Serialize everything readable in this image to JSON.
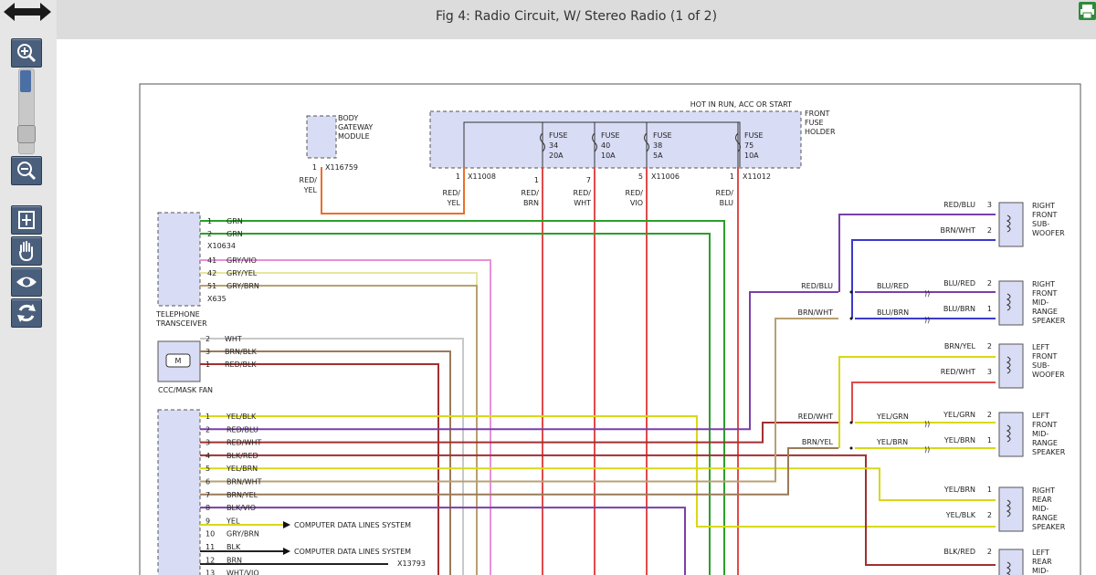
{
  "title": "Fig 4: Radio Circuit, W/ Stereo Radio (1 of 2)",
  "icons": {
    "nav": "left-right-arrow-icon",
    "zoom_in": "zoom-in-icon",
    "zoom_out": "zoom-out-icon",
    "fit": "fit-page-icon",
    "pan": "hand-pan-icon",
    "view": "eye-icon",
    "refresh": "refresh-icon",
    "print": "print-icon"
  },
  "colors": {
    "fuse_box_fill": "#d9dcf5",
    "wire_red": "#e04a4a",
    "wire_green": "#2aa02a",
    "wire_violet": "#7a3fa8",
    "wire_yellow": "#d8d818",
    "wire_orange": "#e8702a"
  },
  "fuse_holder": {
    "header": "HOT IN RUN, ACC OR START",
    "label": [
      "FRONT",
      "FUSE",
      "HOLDER"
    ],
    "fuses": [
      {
        "name": "FUSE",
        "num": "34",
        "amp": "20A"
      },
      {
        "name": "FUSE",
        "num": "40",
        "amp": "10A"
      },
      {
        "name": "FUSE",
        "num": "38",
        "amp": "5A"
      },
      {
        "name": "FUSE",
        "num": "75",
        "amp": "10A"
      }
    ],
    "connectors": [
      "X11008",
      "X11006",
      "X11012"
    ]
  },
  "pins": {
    "p1": "1",
    "p7": "7",
    "p5": "5"
  },
  "body_gateway": {
    "label": [
      "BODY",
      "GATEWAY",
      "MODULE"
    ],
    "pin": "1",
    "connector": "X116759",
    "wire": [
      "RED/",
      "YEL"
    ]
  },
  "fuse_wires": [
    [
      "RED/",
      "YEL"
    ],
    [
      "RED/",
      "BRN"
    ],
    [
      "RED/",
      "WHT"
    ],
    [
      "RED/",
      "VIO"
    ],
    [
      "RED/",
      "BLU"
    ]
  ],
  "telephone": {
    "label": [
      "TELEPHONE",
      "TRANSCEIVER"
    ],
    "wires": [
      {
        "pin": "1",
        "color": "GRN"
      },
      {
        "pin": "2",
        "color": "GRN"
      },
      {
        "pin": "41",
        "color": "GRY/VIO"
      },
      {
        "pin": "42",
        "color": "GRY/YEL"
      },
      {
        "pin": "51",
        "color": "GRY/BRN"
      }
    ],
    "connector1": "X10634",
    "connector2": "X635"
  },
  "fan": {
    "label": "CCC/MASK FAN",
    "motor": "M",
    "wires": [
      {
        "pin": "2",
        "color": "WHT"
      },
      {
        "pin": "3",
        "color": "BRN/BLK"
      },
      {
        "pin": "1",
        "color": "RED/BLK"
      }
    ]
  },
  "radio_wires": [
    {
      "pin": "1",
      "color": "YEL/BLK"
    },
    {
      "pin": "2",
      "color": "RED/BLU"
    },
    {
      "pin": "3",
      "color": "RED/WHT"
    },
    {
      "pin": "4",
      "color": "BLK/RED"
    },
    {
      "pin": "5",
      "color": "YEL/BRN"
    },
    {
      "pin": "6",
      "color": "BRN/WHT"
    },
    {
      "pin": "7",
      "color": "BRN/YEL"
    },
    {
      "pin": "8",
      "color": "BLK/VIO"
    },
    {
      "pin": "9",
      "color": "YEL"
    },
    {
      "pin": "10",
      "color": "GRY/BRN"
    },
    {
      "pin": "11",
      "color": "BLK"
    },
    {
      "pin": "12",
      "color": "BRN"
    },
    {
      "pin": "13",
      "color": "WHT/VIO"
    }
  ],
  "data_lines": "COMPUTER DATA LINES SYSTEM",
  "splice": "X13793",
  "speakers": [
    {
      "name": [
        "RIGHT",
        "FRONT",
        "SUB-",
        "WOOFER"
      ],
      "wires": [
        {
          "color": "RED/BLU",
          "pin": "3"
        },
        {
          "color": "BRN/WHT",
          "pin": "2"
        }
      ]
    },
    {
      "name": [
        "RIGHT",
        "FRONT",
        "MID-",
        "RANGE",
        "SPEAKER"
      ],
      "wires": [
        {
          "color": "BLU/RED",
          "pin": "2"
        },
        {
          "color": "BLU/BRN",
          "pin": "1"
        }
      ]
    },
    {
      "name": [
        "LEFT",
        "FRONT",
        "SUB-",
        "WOOFER"
      ],
      "wires": [
        {
          "color": "BRN/YEL",
          "pin": "2"
        },
        {
          "color": "RED/WHT",
          "pin": "3"
        }
      ]
    },
    {
      "name": [
        "LEFT",
        "FRONT",
        "MID-",
        "RANGE",
        "SPEAKER"
      ],
      "wires": [
        {
          "color": "YEL/GRN",
          "pin": "2"
        },
        {
          "color": "YEL/BRN",
          "pin": "1"
        }
      ]
    },
    {
      "name": [
        "RIGHT",
        "REAR",
        "MID-",
        "RANGE",
        "SPEAKER"
      ],
      "wires": [
        {
          "color": "YEL/BRN",
          "pin": "1"
        },
        {
          "color": "YEL/BLK",
          "pin": "2"
        }
      ]
    },
    {
      "name": [
        "LEFT",
        "REAR",
        "MID-"
      ],
      "wires": [
        {
          "color": "BLK/RED",
          "pin": "2"
        }
      ]
    }
  ],
  "splice_labels": [
    {
      "left": "RED/BLU",
      "right": "BLU/RED"
    },
    {
      "left": "BRN/WHT",
      "right": "BLU/BRN"
    },
    {
      "left": "RED/WHT",
      "right": "YEL/GRN"
    },
    {
      "left": "BRN/YEL",
      "right": "YEL/BRN"
    }
  ]
}
